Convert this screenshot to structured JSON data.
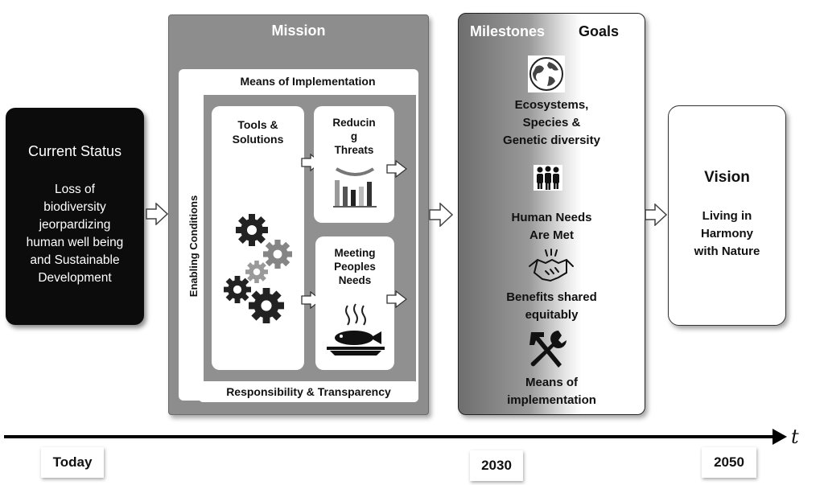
{
  "current_status": {
    "title": "Current Status",
    "lines": [
      "Loss of",
      "biodiversity",
      "jeorpardizing",
      "human well being",
      "and Sustainable",
      "Development"
    ]
  },
  "mission": {
    "title": "Mission",
    "means_of_implementation": "Means of Implementation",
    "enabling_conditions": "Enabling Conditions",
    "responsibility": "Responsibility & Transparency",
    "tools": [
      "Tools &",
      "Solutions"
    ],
    "reducing_threats": [
      "Reducin",
      "g",
      "Threats"
    ],
    "meeting_needs": [
      "Meeting",
      "Peoples",
      "Needs"
    ]
  },
  "milestones_goals": {
    "milestones_label": "Milestones",
    "goals_label": "Goals",
    "goals": [
      {
        "icon": "globe-icon",
        "lines": [
          "Ecosystems,",
          "Species &",
          "Genetic diversity"
        ]
      },
      {
        "icon": "people-icon",
        "lines": [
          "Human Needs",
          "Are Met"
        ]
      },
      {
        "icon": "handshake-icon",
        "lines": [
          "Benefits shared",
          "equitably"
        ]
      },
      {
        "icon": "tools-icon",
        "lines": [
          "Means of",
          "implementation"
        ]
      }
    ]
  },
  "vision": {
    "title": "Vision",
    "lines": [
      "Living in",
      "Harmony",
      "with Nature"
    ]
  },
  "timeline": {
    "axis_label": "t",
    "marks": [
      "Today",
      "2030",
      "2050"
    ]
  }
}
